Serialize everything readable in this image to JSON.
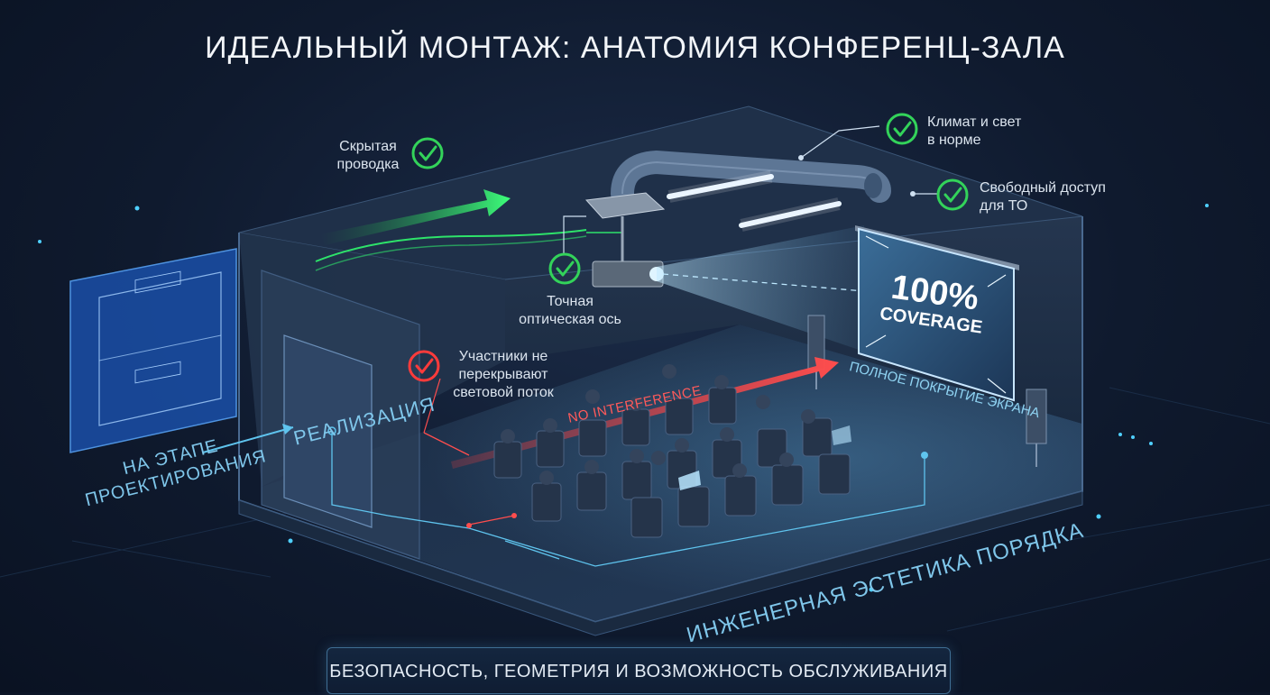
{
  "title": "ИДЕАЛЬНЫЙ МОНТАЖ: АНАТОМИЯ КОНФЕРЕНЦ-ЗАЛА",
  "callouts": {
    "hidden_wiring": "Скрытая\nпроводка",
    "climate_light": "Климат и свет\nв норме",
    "free_access": "Свободный доступ\nдля ТО",
    "optical_axis": "Точная\nоптическая ось",
    "participants": "Участники не\nперекрывают\nсветовой поток"
  },
  "screen": {
    "coverage_value": "100%",
    "coverage_label": "COVERAGE",
    "caption": "ПОЛНОЕ ПОКРЫТИЕ ЭКРАНА"
  },
  "no_interference": "NO INTERFERENCE",
  "stages": {
    "design": "НА ЭТАПЕ\nПРОЕКТИРОВАНИЯ",
    "implementation": "РЕАЛИЗАЦИЯ"
  },
  "aesthetics": "ИНЖЕНЕРНАЯ ЭСТЕТИКА ПОРЯДКА",
  "footer": "БЕЗОПАСНОСТЬ, ГЕОМЕТРИЯ И ВОЗМОЖНОСТЬ ОБСЛУЖИВАНИЯ",
  "colors": {
    "check_green": "#33d35a",
    "check_red": "#ff3b3b",
    "accent_blue": "#5fc4ee",
    "wire_green": "#2ee36a"
  },
  "icons": [
    "check-circle-icon",
    "projector-icon",
    "speaker-icon",
    "laptop-icon"
  ]
}
